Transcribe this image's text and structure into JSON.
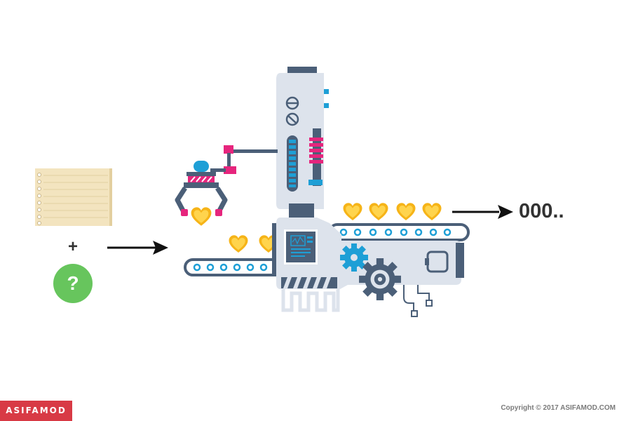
{
  "diagram": {
    "plus_symbol": "+",
    "unknown_symbol": "?",
    "output_text": "000.."
  },
  "footer": {
    "brand_logo_text": "ASIFAMOD",
    "copyright_text": "Copyright ©  2017 ASIFAMOD.COM"
  },
  "colors": {
    "machine_body": "#dde3ec",
    "machine_dark": "#4b5f78",
    "accent_blue": "#1e9fd6",
    "accent_pink": "#e6257d",
    "heart_gold": "#f6b418",
    "question_green": "#67c55d",
    "notebook_paper": "#f3e4bf",
    "brand_red": "#d83a45"
  },
  "icons": [
    "notebook-icon",
    "question-icon",
    "heart-icon",
    "gear-icon",
    "arrow-right-icon",
    "claw-icon"
  ]
}
